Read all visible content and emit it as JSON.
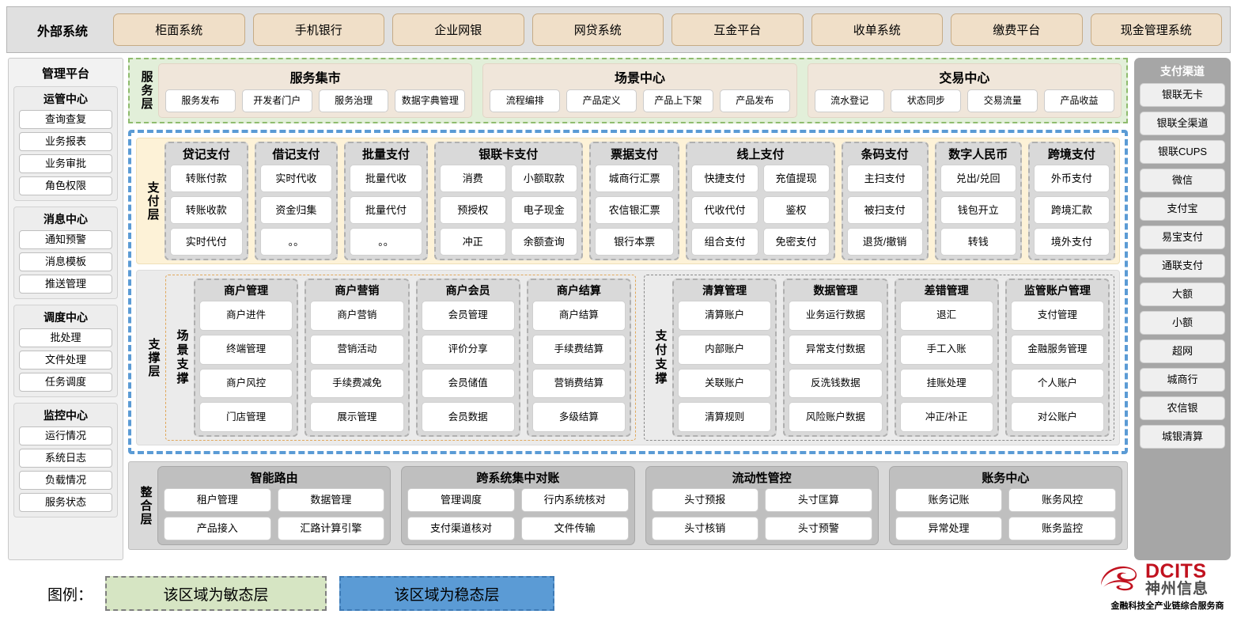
{
  "external": {
    "label": "外部系统",
    "items": [
      "柜面系统",
      "手机银行",
      "企业网银",
      "网贷系统",
      "互金平台",
      "收单系统",
      "缴费平台",
      "现金管理系统"
    ]
  },
  "left_panel": {
    "title": "管理平台",
    "groups": [
      {
        "title": "运管中心",
        "items": [
          "查询查复",
          "业务报表",
          "业务审批",
          "角色权限"
        ]
      },
      {
        "title": "消息中心",
        "items": [
          "通知预警",
          "消息模板",
          "推送管理"
        ]
      },
      {
        "title": "调度中心",
        "items": [
          "批处理",
          "文件处理",
          "任务调度"
        ]
      },
      {
        "title": "监控中心",
        "items": [
          "运行情况",
          "系统日志",
          "负载情况",
          "服务状态"
        ]
      }
    ]
  },
  "right_panel": {
    "title": "支付渠道",
    "items": [
      "银联无卡",
      "银联全渠道",
      "银联CUPS",
      "微信",
      "支付宝",
      "易宝支付",
      "通联支付",
      "大额",
      "小额",
      "超网",
      "城商行",
      "农信银",
      "城银清算"
    ]
  },
  "service_layer": {
    "label": "服务层",
    "columns": [
      {
        "title": "服务集市",
        "items": [
          "服务发布",
          "开发者门户",
          "服务治理",
          "数据字典管理"
        ]
      },
      {
        "title": "场景中心",
        "items": [
          "流程编排",
          "产品定义",
          "产品上下架",
          "产品发布"
        ]
      },
      {
        "title": "交易中心",
        "items": [
          "流水登记",
          "状态同步",
          "交易流量",
          "产品收益"
        ]
      }
    ]
  },
  "payment_layer": {
    "label": "支付层",
    "columns": [
      {
        "title": "贷记支付",
        "cols": 1,
        "flex": 1.0,
        "rows": [
          [
            "转账付款"
          ],
          [
            "转账收款"
          ],
          [
            "实时代付"
          ]
        ]
      },
      {
        "title": "借记支付",
        "cols": 1,
        "flex": 1.0,
        "rows": [
          [
            "实时代收"
          ],
          [
            "资金归集"
          ],
          [
            "。。"
          ]
        ]
      },
      {
        "title": "批量支付",
        "cols": 1,
        "flex": 1.0,
        "rows": [
          [
            "批量代收"
          ],
          [
            "批量代付"
          ],
          [
            "。。"
          ]
        ]
      },
      {
        "title": "银联卡支付",
        "cols": 2,
        "flex": 1.9,
        "rows": [
          [
            "消费",
            "小额取款"
          ],
          [
            "预授权",
            "电子现金"
          ],
          [
            "冲正",
            "余额查询"
          ]
        ]
      },
      {
        "title": "票据支付",
        "cols": 1,
        "flex": 1.1,
        "rows": [
          [
            "城商行汇票"
          ],
          [
            "农信银汇票"
          ],
          [
            "银行本票"
          ]
        ]
      },
      {
        "title": "线上支付",
        "cols": 2,
        "flex": 1.9,
        "rows": [
          [
            "快捷支付",
            "充值提现"
          ],
          [
            "代收代付",
            "鉴权"
          ],
          [
            "组合支付",
            "免密支付"
          ]
        ]
      },
      {
        "title": "条码支付",
        "cols": 1,
        "flex": 1.05,
        "rows": [
          [
            "主扫支付"
          ],
          [
            "被扫支付"
          ],
          [
            "退货/撤销"
          ]
        ]
      },
      {
        "title": "数字人民币",
        "cols": 1,
        "flex": 1.05,
        "rows": [
          [
            "兑出/兑回"
          ],
          [
            "钱包开立"
          ],
          [
            "转钱"
          ]
        ]
      },
      {
        "title": "跨境支付",
        "cols": 1,
        "flex": 1.05,
        "rows": [
          [
            "外币支付"
          ],
          [
            "跨境汇款"
          ],
          [
            "境外支付"
          ]
        ]
      }
    ]
  },
  "support_layer": {
    "label": "支撑层",
    "halves": [
      {
        "label": "场景支撑",
        "columns": [
          {
            "title": "商户管理",
            "items": [
              "商户进件",
              "终端管理",
              "商户风控",
              "门店管理"
            ]
          },
          {
            "title": "商户营销",
            "items": [
              "商户营销",
              "营销活动",
              "手续费减免",
              "展示管理"
            ]
          },
          {
            "title": "商户会员",
            "items": [
              "会员管理",
              "评价分享",
              "会员储值",
              "会员数据"
            ]
          },
          {
            "title": "商户结算",
            "items": [
              "商户结算",
              "手续费结算",
              "营销费结算",
              "多级结算"
            ]
          }
        ]
      },
      {
        "label": "支付支撑",
        "columns": [
          {
            "title": "清算管理",
            "items": [
              "清算账户",
              "内部账户",
              "关联账户",
              "清算规则"
            ]
          },
          {
            "title": "数据管理",
            "items": [
              "业务运行数据",
              "异常支付数据",
              "反洗钱数据",
              "风险账户数据"
            ]
          },
          {
            "title": "差错管理",
            "items": [
              "退汇",
              "手工入账",
              "挂账处理",
              "冲正/补正"
            ]
          },
          {
            "title": "监管账户管理",
            "items": [
              "支付管理",
              "金融服务管理",
              "个人账户",
              "对公账户"
            ]
          }
        ]
      }
    ]
  },
  "integration_layer": {
    "label": "整合层",
    "columns": [
      {
        "title": "智能路由",
        "rows": [
          [
            "租户管理",
            "数据管理"
          ],
          [
            "产品接入",
            "汇路计算引擎"
          ]
        ]
      },
      {
        "title": "跨系统集中对账",
        "rows": [
          [
            "管理调度",
            "行内系统核对"
          ],
          [
            "支付渠道核对",
            "文件传输"
          ]
        ]
      },
      {
        "title": "流动性管控",
        "rows": [
          [
            "头寸预报",
            "头寸匡算"
          ],
          [
            "头寸核销",
            "头寸预警"
          ]
        ]
      },
      {
        "title": "账务中心",
        "rows": [
          [
            "账务记账",
            "账务风控"
          ],
          [
            "异常处理",
            "账务监控"
          ]
        ]
      }
    ]
  },
  "legend": {
    "label": "图例：",
    "agile": "该区域为敏态层",
    "stable": "该区域为稳态层",
    "agile_color": "#d6e5c3",
    "stable_color": "#5b9bd5"
  },
  "logo": {
    "en": "DCITS",
    "cn": "神州信息",
    "tagline": "金融科技全产业链综合服务商",
    "brand_color": "#c1121f"
  }
}
